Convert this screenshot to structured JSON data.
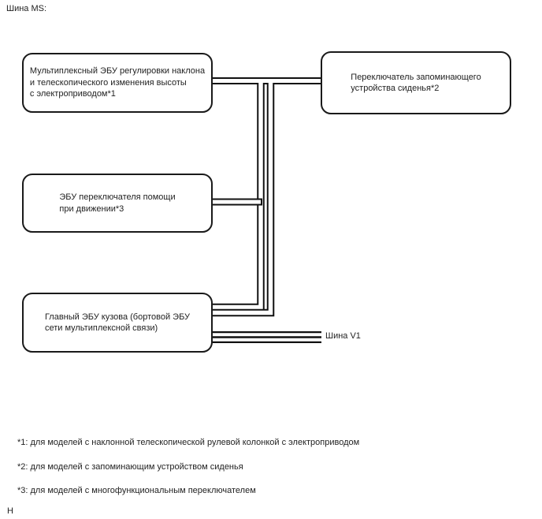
{
  "labels": {
    "bus_ms": "Шина MS:",
    "bus_v1": "Шина V1",
    "page_marker": "Н"
  },
  "nodes": [
    {
      "id": "tilt-telescopic-ecu",
      "label": "Мультиплексный ЭБУ регулировки наклона\nи телескопического изменения высоты\nс электроприводом*1"
    },
    {
      "id": "seat-memory-switch",
      "label": "Переключатель запоминающего\nустройства сиденья*2"
    },
    {
      "id": "assist-switch-ecu",
      "label": "ЭБУ переключателя помощи\nпри движении*3"
    },
    {
      "id": "main-body-ecu",
      "label": "Главный ЭБУ кузова (бортовой ЭБУ\nсети мультиплексной связи)"
    }
  ],
  "footnotes": [
    {
      "text": "*1: для моделей с наклонной телескопической рулевой колонкой с электроприводом"
    },
    {
      "text": "*2: для моделей с запоминающим устройством сиденья"
    },
    {
      "text": "*3: для моделей с многофункциональным переключателем"
    }
  ],
  "colors": {
    "line": "#111111",
    "text": "#222222",
    "background": "#ffffff"
  }
}
